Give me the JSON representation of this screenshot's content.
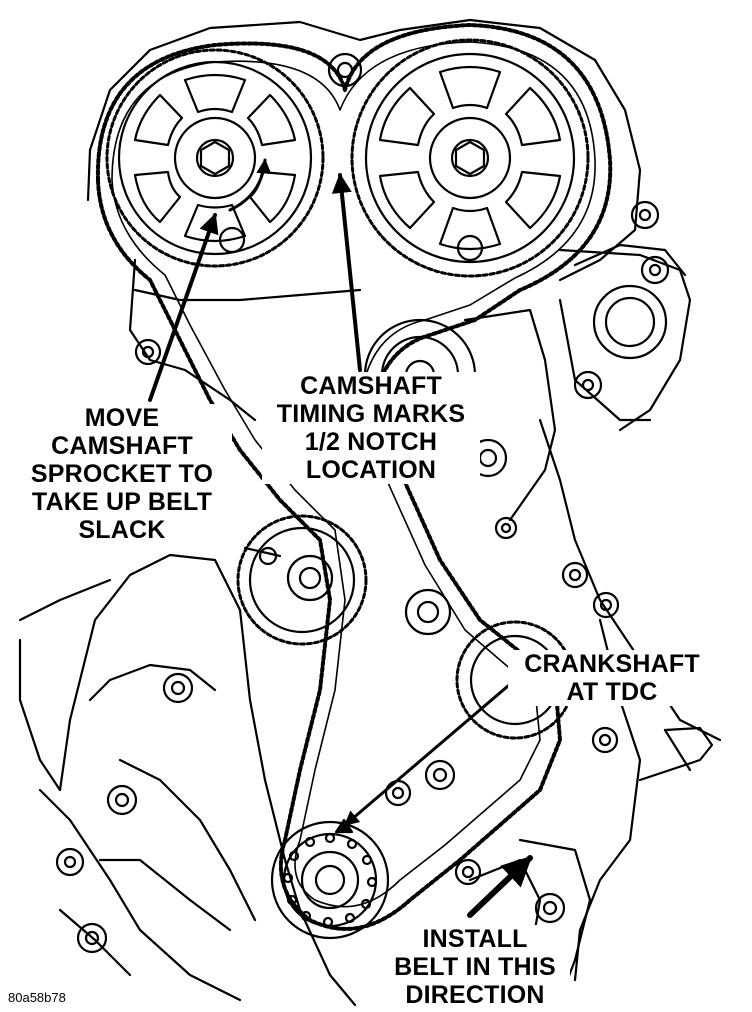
{
  "labels": {
    "move_camshaft": [
      "MOVE",
      "CAMSHAFT",
      "SPROCKET TO",
      "TAKE UP BELT",
      "SLACK"
    ],
    "timing_marks": [
      "CAMSHAFT",
      "TIMING MARKS",
      "1/2 NOTCH",
      "LOCATION"
    ],
    "crankshaft": [
      "CRANKSHAFT",
      "AT TDC"
    ],
    "install_belt": [
      "INSTALL",
      "BELT IN THIS",
      "DIRECTION"
    ]
  },
  "figure_id": "80a58b78",
  "colors": {
    "ink": "#000000",
    "paper": "#ffffff"
  }
}
